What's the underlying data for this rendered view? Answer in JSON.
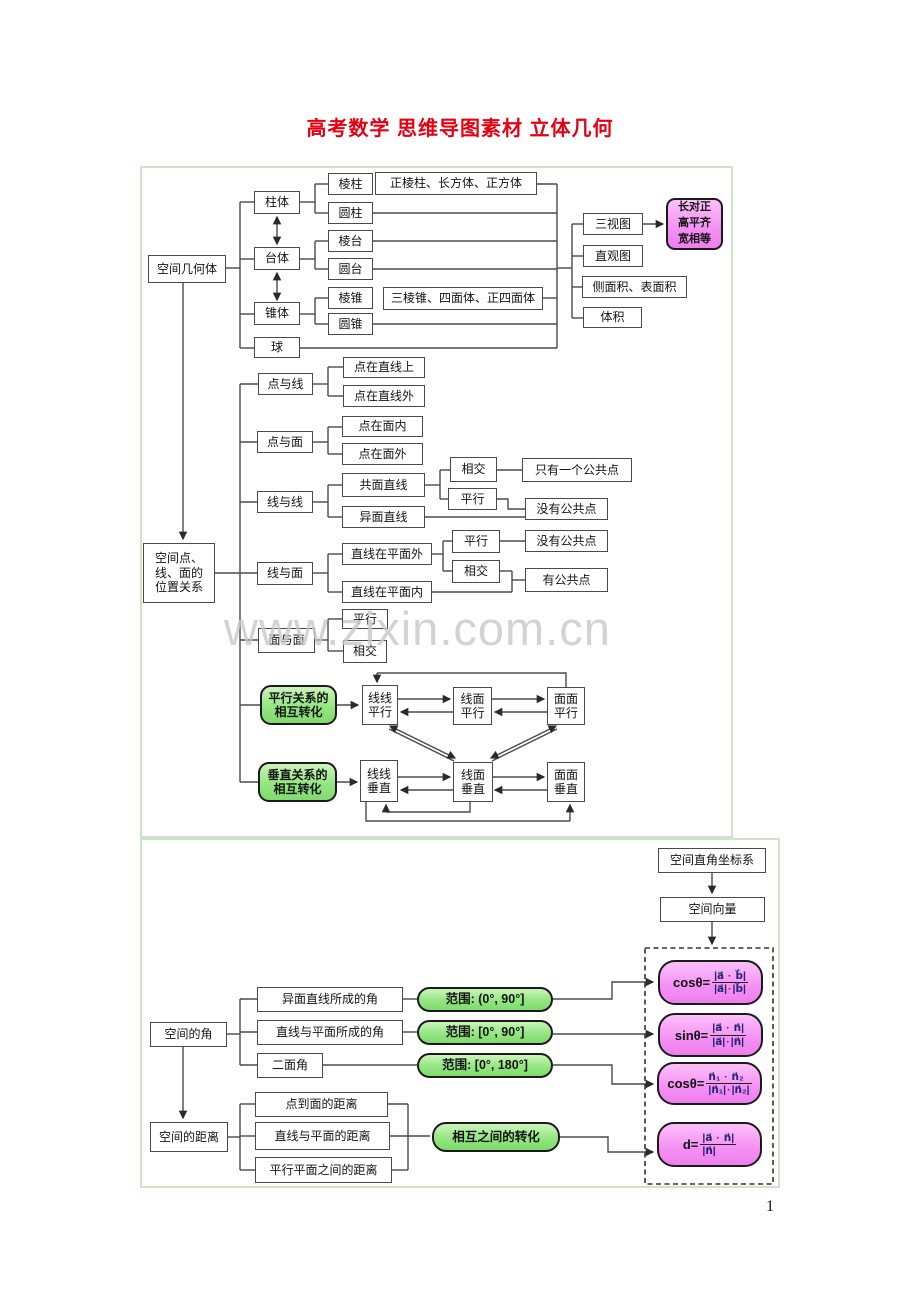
{
  "page": {
    "title": "高考数学 思维导图素材 立体几何",
    "watermark": "www.zixin.com.cn",
    "page_number": "1"
  },
  "colors": {
    "accent_red": "#e60012",
    "box_border": "#4a4a4a",
    "green_fill": "#93e681",
    "pink_fill": "#f490f3",
    "frame_green": "#cfe3cb"
  },
  "nodes": {
    "box-space-solids": "空间几何体",
    "box-column-solids": "柱体",
    "box-frustum-solids": "台体",
    "box-cone-solids": "锥体",
    "box-sphere": "球",
    "box-prism": "棱柱",
    "box-cylinder": "圆柱",
    "box-prism-frustum": "棱台",
    "box-circular-frustum": "圆台",
    "box-pyramid": "棱锥",
    "box-circular-cone": "圆锥",
    "box-prism-examples": "正棱柱、长方体、正方体",
    "box-pyramid-examples": "三棱锥、四面体、正四面体",
    "box-three-views": "三视图",
    "box-view-rules": "长对正\n高平齐\n宽相等",
    "box-intuitive-diagram": "直观图",
    "box-surface-area": "侧面积、表面积",
    "box-volume": "体积",
    "box-position-relations": "空间点、\n线、面的\n位置关系",
    "box-point-line": "点与线",
    "box-point-on-line": "点在直线上",
    "box-point-off-line": "点在直线外",
    "box-point-plane": "点与面",
    "box-point-in-plane": "点在面内",
    "box-point-out-plane": "点在面外",
    "box-line-line": "线与线",
    "box-coplanar-lines": "共面直线",
    "box-skew-lines": "异面直线",
    "box-intersect-1": "相交",
    "box-one-common-point": "只有一个公共点",
    "box-parallel-1": "平行",
    "box-no-common-point-1": "没有公共点",
    "box-line-plane": "线与面",
    "box-line-outside-plane": "直线在平面外",
    "box-line-in-plane": "直线在平面内",
    "box-parallel-2": "平行",
    "box-no-common-point-2": "没有公共点",
    "box-intersect-2": "相交",
    "box-common-points": "有公共点",
    "box-plane-plane": "面与面",
    "box-parallel-3": "平行",
    "box-intersect-3": "相交",
    "box-parallel-conversion": "平行关系的\n相互转化",
    "box-line-line-parallel": "线线\n平行",
    "box-line-plane-parallel": "线面\n平行",
    "box-plane-plane-parallel": "面面\n平行",
    "box-perp-conversion": "垂直关系的\n相互转化",
    "box-line-line-perp": "线线\n垂直",
    "box-line-plane-perp": "线面\n垂直",
    "box-plane-plane-perp": "面面\n垂直",
    "box-space-coord-system": "空间直角坐标系",
    "box-space-vector": "空间向量",
    "box-space-angles": "空间的角",
    "box-skew-lines-angle": "异面直线所成的角",
    "box-line-plane-angle": "直线与平面所成的角",
    "box-dihedral-angle": "二面角",
    "pill-range-skew": "范围: (0°, 90°]",
    "pill-range-line-plane": "范围: [0°, 90°]",
    "pill-range-dihedral": "范围: [0°, 180°]",
    "box-space-distances": "空间的距离",
    "box-point-plane-distance": "点到面的距离",
    "box-line-plane-distance": "直线与平面的距离",
    "box-parallel-planes-distance": "平行平面之间的距离",
    "pill-mutual-conversion": "相互之间的转化"
  },
  "formulas": [
    {
      "lhs": "cosθ=",
      "num": [
        "|a⃗ ",
        " b⃗|"
      ],
      "den": [
        "|a⃗|",
        "|b⃗|"
      ],
      "dot": "·"
    },
    {
      "lhs": "sinθ=",
      "num": [
        "|a⃗ ",
        " n⃗|"
      ],
      "den": [
        "|a⃗|",
        "|n⃗|"
      ],
      "dot": "·"
    },
    {
      "lhs": "cosθ=",
      "num": [
        "n⃗₁ ",
        " n⃗₂"
      ],
      "den": [
        "|n⃗₁|",
        "|n⃗₂|"
      ],
      "dot": "·"
    },
    {
      "lhs": "d=",
      "num": [
        "|a⃗ ",
        " n⃗|"
      ],
      "den": [
        "|n⃗|"
      ],
      "dot": "·"
    }
  ]
}
